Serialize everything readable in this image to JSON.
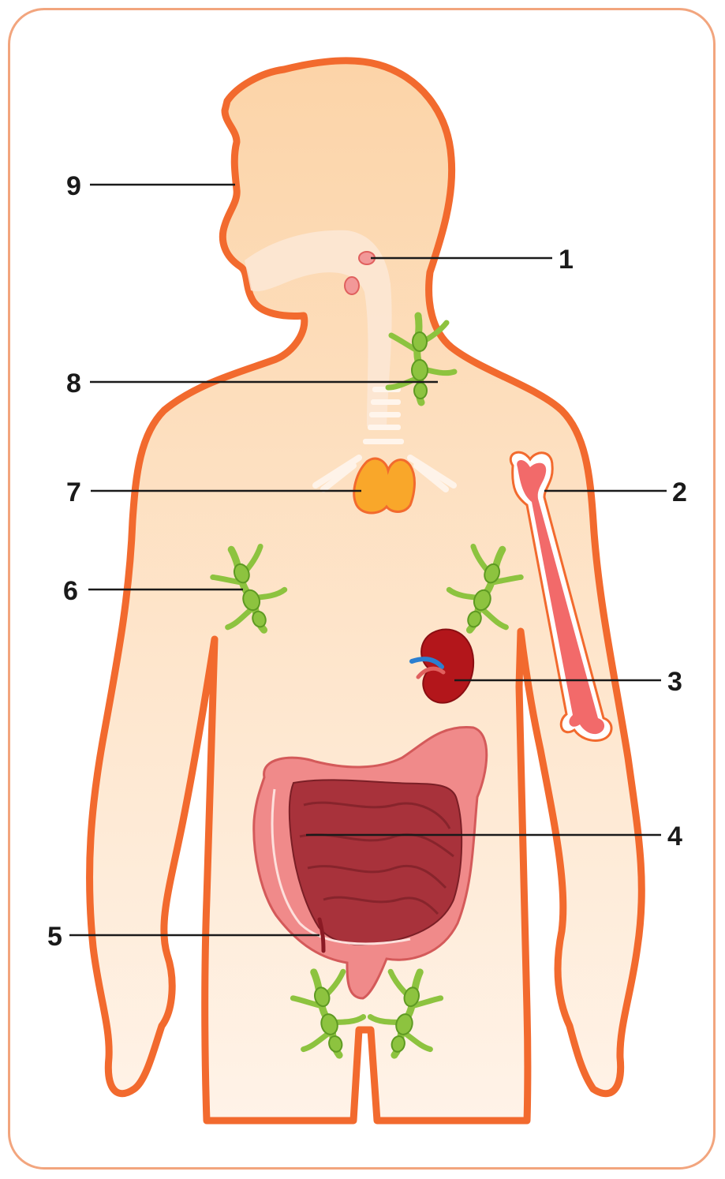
{
  "labels": [
    "1",
    "2",
    "3",
    "4",
    "5",
    "6",
    "7",
    "8",
    "9"
  ],
  "colors": {
    "frame": "#f2a57e",
    "body_outline": "#f26a2e",
    "body_fill_top": "#fcd4a8",
    "body_fill_bottom": "#fff3e8",
    "lymph_green": "#8dc33f",
    "lymph_dark": "#5e9a22",
    "thymus": "#f9a72a",
    "bone": "#f26a6a",
    "spleen": "#b3161b",
    "large_intestine": "#f08a8a",
    "small_intestine": "#a8323b",
    "tonsil": "#f29898"
  },
  "icons": [
    "lymph-node-icon",
    "thymus-icon",
    "bone-marrow-icon",
    "spleen-icon",
    "intestine-icon",
    "tonsil-icon"
  ]
}
